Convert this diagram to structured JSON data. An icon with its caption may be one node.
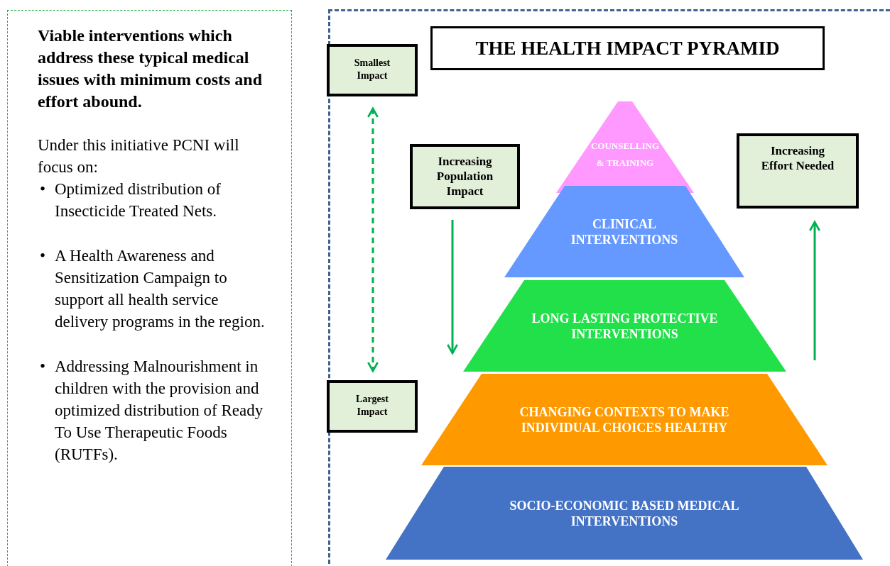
{
  "diagram": {
    "nodes": [
      {
        "text": [
          "Viable interventions which address these typical medical issues with minimum costs and effort abound.",
          "Under this initiative PCNI will focus on:",
          "•",
          "Optimized distribution of Insecticide Treated Nets.",
          "•",
          "A Health Awareness and Sensitization Campaign to support all health service delivery programs in the region.",
          "•",
          "Addressing Malnourishment in children with the provision and optimized distribution of Ready To Use Therapeutic Foods (RUTFs)."
        ]
      },
      {
        "text": [
          "THE HEALTH IMPACT PYRAMID"
        ]
      },
      {
        "text": [
          "Smallest Impact"
        ]
      },
      {
        "text": [
          "Largest Impact"
        ]
      },
      {
        "text": [
          "Increasing Population Impact"
        ]
      },
      {
        "text": [
          "Increasing Effort Needed"
        ]
      },
      {
        "text": [
          "COUNSELLING & TRAINING"
        ]
      },
      {
        "text": [
          "CLINICAL INTERVENTIONS"
        ]
      },
      {
        "text": [
          "LONG LASTING PROTECTIVE INTERVENTIONS"
        ]
      },
      {
        "text": [
          "CHANGING CONTEXTS TO MAKE INDIVIDUAL CHOICES HEALTHY"
        ]
      },
      {
        "text": [
          "SOCIO-ECONOMIC BASED MEDICAL INTERVENTIONS"
        ]
      }
    ],
    "edges": [
      {
        "from": 2,
        "to": 3,
        "arrow": "both",
        "style": "dashed"
      },
      {
        "from": 4,
        "to": 8,
        "arrow": "to"
      },
      {
        "from": null,
        "to": 5,
        "arrow": "to"
      }
    ]
  }
}
